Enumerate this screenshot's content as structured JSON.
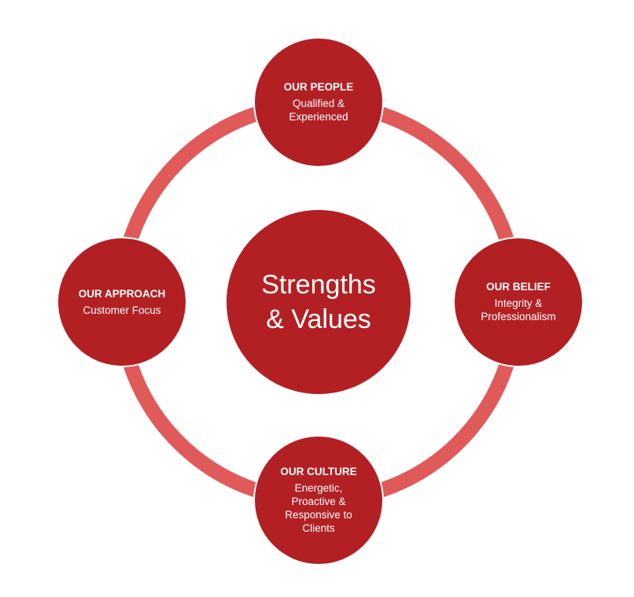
{
  "center": {
    "line1": "Strengths",
    "line2": "& Values"
  },
  "nodes": {
    "people": {
      "title": "OUR PEOPLE",
      "desc": "Qualified & Experienced"
    },
    "belief": {
      "title": "OUR BELIEF",
      "desc": "Integrity & Professionalism"
    },
    "culture": {
      "title": "OUR CULTURE",
      "desc": "Energetic, Proactive & Responsive to Clients"
    },
    "approach": {
      "title": "OUR APPROACH",
      "desc": "Customer Focus"
    }
  },
  "colors": {
    "node": "#b22024",
    "ring": "#e05a5a"
  }
}
